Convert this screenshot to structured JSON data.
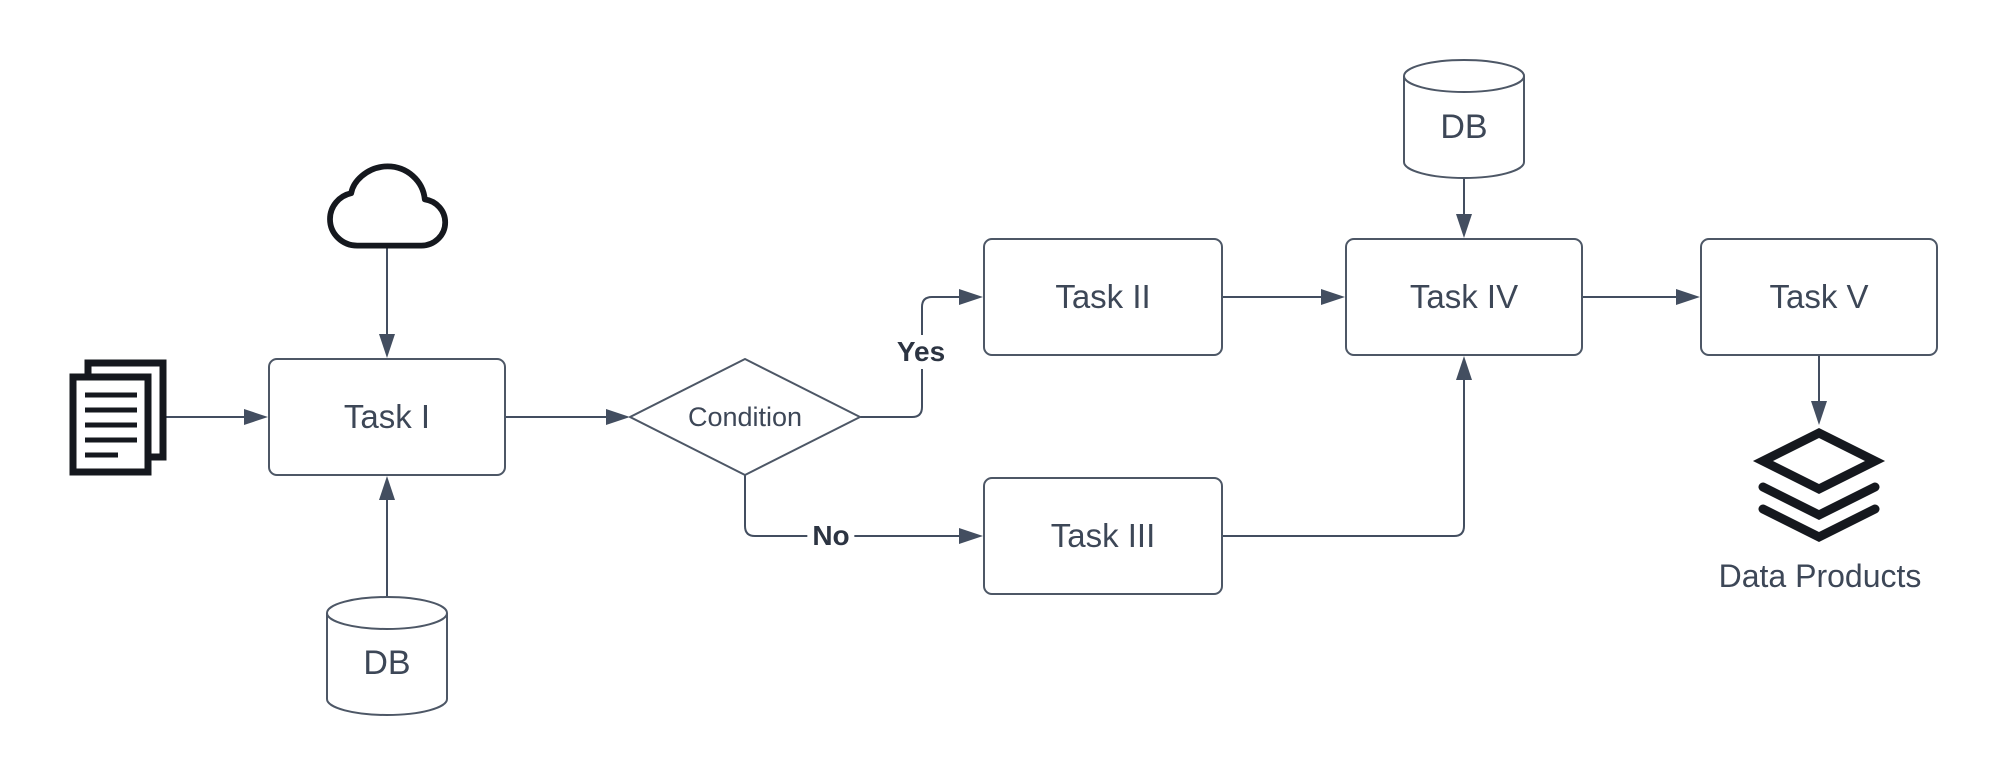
{
  "colors": {
    "background": "#ffffff",
    "connector": "#434e60",
    "shape_border": "#4d5766",
    "shape_fill": "#ffffff",
    "label_text": "#3d4757",
    "branch_label_text": "#2c3442",
    "icon": "#15181e"
  },
  "nodes": {
    "task_i": {
      "label": "Task I"
    },
    "task_ii": {
      "label": "Task II"
    },
    "task_iii": {
      "label": "Task III"
    },
    "task_iv": {
      "label": "Task IV"
    },
    "task_v": {
      "label": "Task V"
    },
    "condition": {
      "label": "Condition"
    },
    "db_left": {
      "label": "DB"
    },
    "db_top": {
      "label": "DB"
    },
    "data_products": {
      "label": "Data Products",
      "icon": "layers-icon"
    },
    "documents_input": {
      "icon": "documents-icon"
    },
    "cloud_input": {
      "icon": "cloud-icon"
    }
  },
  "edge_labels": {
    "yes": "Yes",
    "no": "No"
  }
}
